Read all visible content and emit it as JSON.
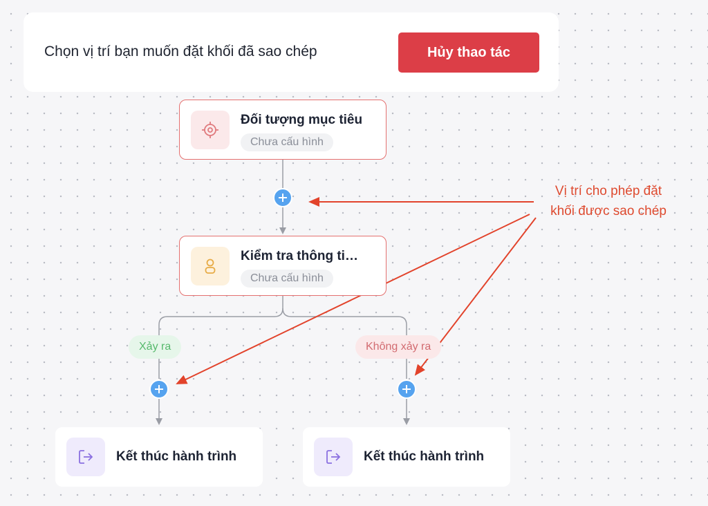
{
  "banner": {
    "message": "Chọn vị trí bạn muốn đặt khối đã sao chép",
    "cancel_label": "Hủy thao tác"
  },
  "nodes": {
    "target": {
      "title": "Đối tượng mục tiêu",
      "badge": "Chưa cấu hình",
      "icon": "target-icon"
    },
    "check": {
      "title": "Kiểm tra thông ti…",
      "badge": "Chưa cấu hình",
      "icon": "user-icon"
    },
    "end_left": {
      "title": "Kết thúc hành trình",
      "icon": "exit-icon"
    },
    "end_right": {
      "title": "Kết thúc hành trình",
      "icon": "exit-icon"
    }
  },
  "branches": {
    "yes": "Xảy ra",
    "no": "Không xảy ra"
  },
  "annotation": {
    "line1": "Vị trí cho phép đặt",
    "line2": "khối được sao chép"
  },
  "colors": {
    "accent_red": "#dc3e47",
    "plus_blue": "#56a3ef",
    "annotation_red": "#de4a2f",
    "node_border_selected": "#e4706f"
  }
}
